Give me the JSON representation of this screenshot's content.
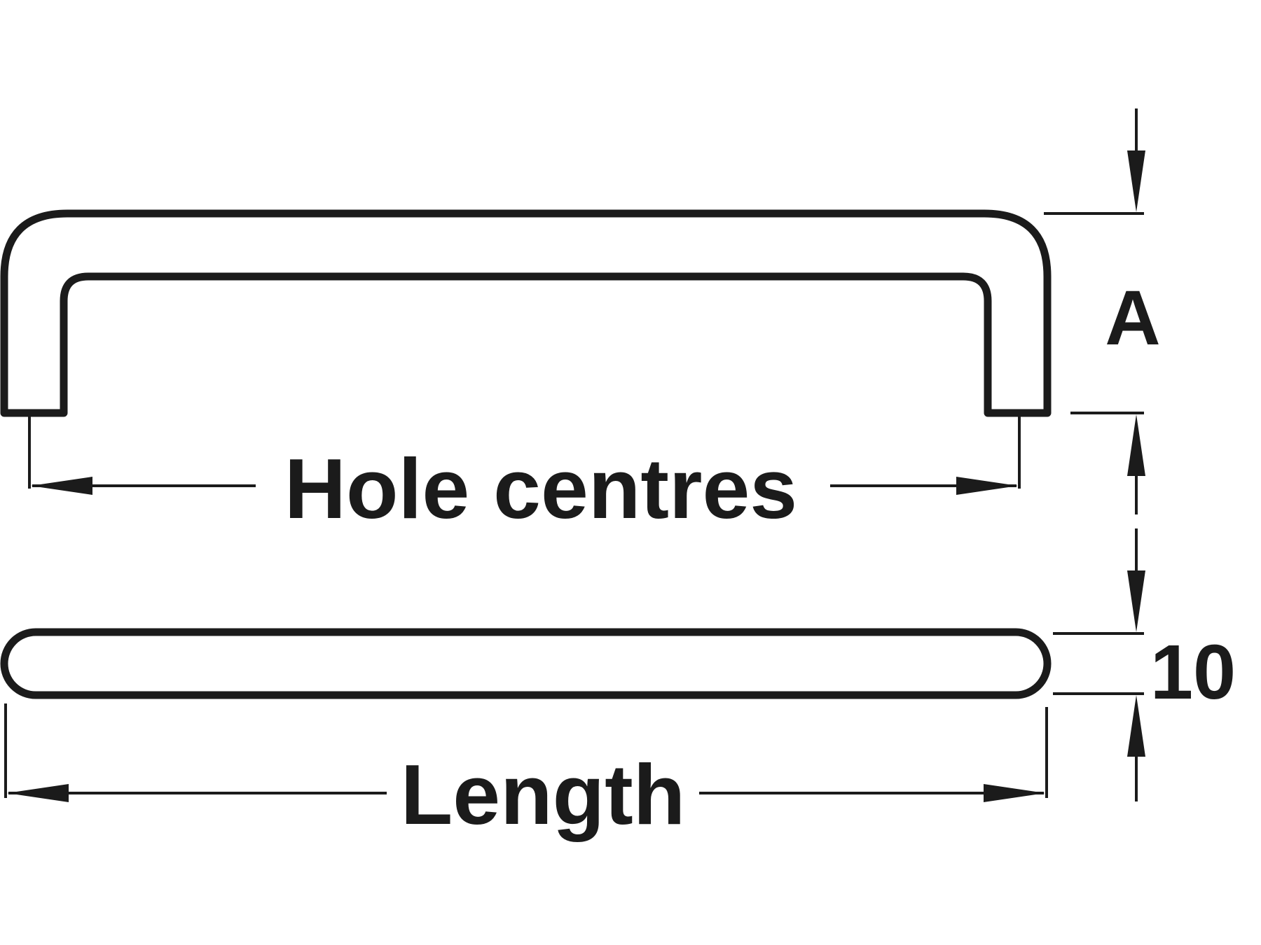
{
  "diagram": {
    "title": "Pull handle dimension drawing",
    "colors": {
      "line": "#1b1b1b",
      "background": "#ffffff"
    },
    "labels": {
      "hole_centres": "Hole centres",
      "length": "Length",
      "a": "A",
      "ten": "10"
    }
  }
}
